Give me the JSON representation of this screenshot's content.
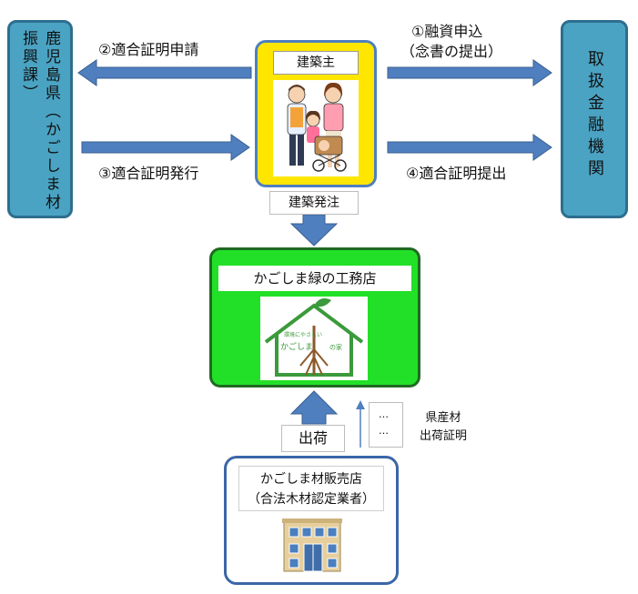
{
  "left_box": {
    "text": "鹿児島県（かごしま材振興課）",
    "color": "#4aa3c3"
  },
  "right_box": {
    "text": "取扱金融機関",
    "color": "#4aa3c3"
  },
  "owner": {
    "title": "建築主",
    "color": "#ffe600"
  },
  "arrows": {
    "apply_certificate": "②適合証明申請",
    "issue_certificate": "③適合証明発行",
    "loan_application_line1": "①融資申込",
    "loan_application_line2": "（念書の提出）",
    "submit_certificate": "④適合証明提出",
    "order": "建築発注",
    "shipment": "出荷"
  },
  "builder": {
    "title": "かごしま緑の工務店",
    "logo_line1": "環境にやさしい",
    "logo_line2": "かごしま",
    "logo_line3": "の家",
    "color": "#22e027"
  },
  "documents": {
    "dots": "…",
    "label_line1": "県産材",
    "label_line2": "出荷証明"
  },
  "seller": {
    "line1": "かごしま材販売店",
    "line2": "（合法木材認定業者）"
  }
}
